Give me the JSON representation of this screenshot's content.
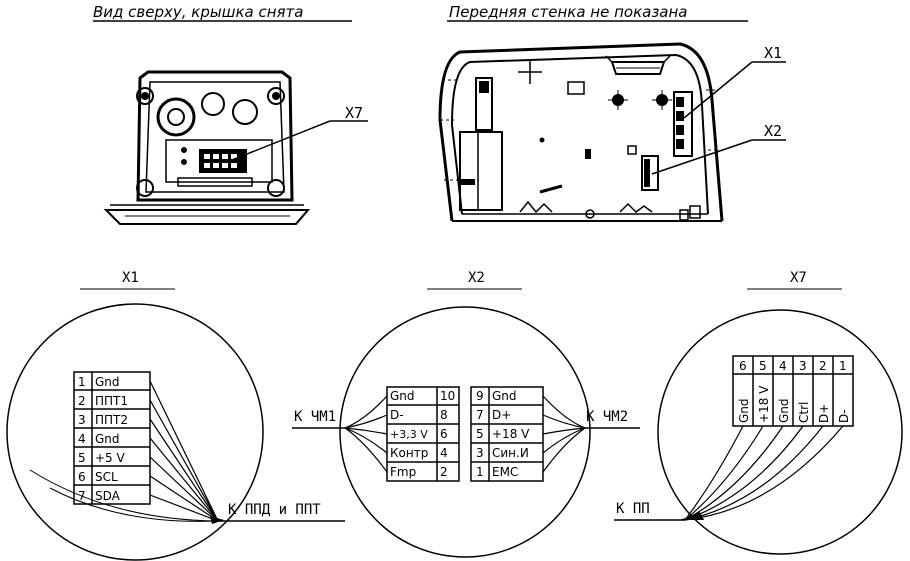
{
  "top": {
    "left_caption": "Вид сверху, крышка снята",
    "right_caption": "Передняя стенка не показана",
    "callouts": {
      "x7": "X7",
      "x1": "X1",
      "x2": "X2"
    }
  },
  "connectors": {
    "x1": {
      "title": "X1",
      "rows": [
        {
          "num": "1",
          "sig": "Gnd"
        },
        {
          "num": "2",
          "sig": "ППТ1"
        },
        {
          "num": "3",
          "sig": "ППТ2"
        },
        {
          "num": "4",
          "sig": "Gnd"
        },
        {
          "num": "5",
          "sig": "+5 V"
        },
        {
          "num": "6",
          "sig": "SCL"
        },
        {
          "num": "7",
          "sig": "SDA"
        }
      ],
      "lead_label": "К ППД и ППТ"
    },
    "x2": {
      "title": "X2",
      "left_rows": [
        {
          "sig": "Gnd",
          "num": "10"
        },
        {
          "sig": "D-",
          "num": "8"
        },
        {
          "sig": "+3,3 V",
          "num": "6"
        },
        {
          "sig": "Контр",
          "num": "4"
        },
        {
          "sig": "Fmp",
          "num": "2"
        }
      ],
      "right_rows": [
        {
          "num": "9",
          "sig": "Gnd"
        },
        {
          "num": "7",
          "sig": "D+"
        },
        {
          "num": "5",
          "sig": "+18 V"
        },
        {
          "num": "3",
          "sig": "Син.И"
        },
        {
          "num": "1",
          "sig": "EMC"
        }
      ],
      "left_label": "К ЧМ1",
      "right_label": "К ЧМ2"
    },
    "x7": {
      "title": "X7",
      "pins": [
        {
          "num": "6",
          "sig": "Gnd"
        },
        {
          "num": "5",
          "sig": "+18 V"
        },
        {
          "num": "4",
          "sig": "Gnd"
        },
        {
          "num": "3",
          "sig": "Ctrl"
        },
        {
          "num": "2",
          "sig": "D+"
        },
        {
          "num": "1",
          "sig": "D-"
        }
      ],
      "lead_label": "К ПП"
    }
  }
}
